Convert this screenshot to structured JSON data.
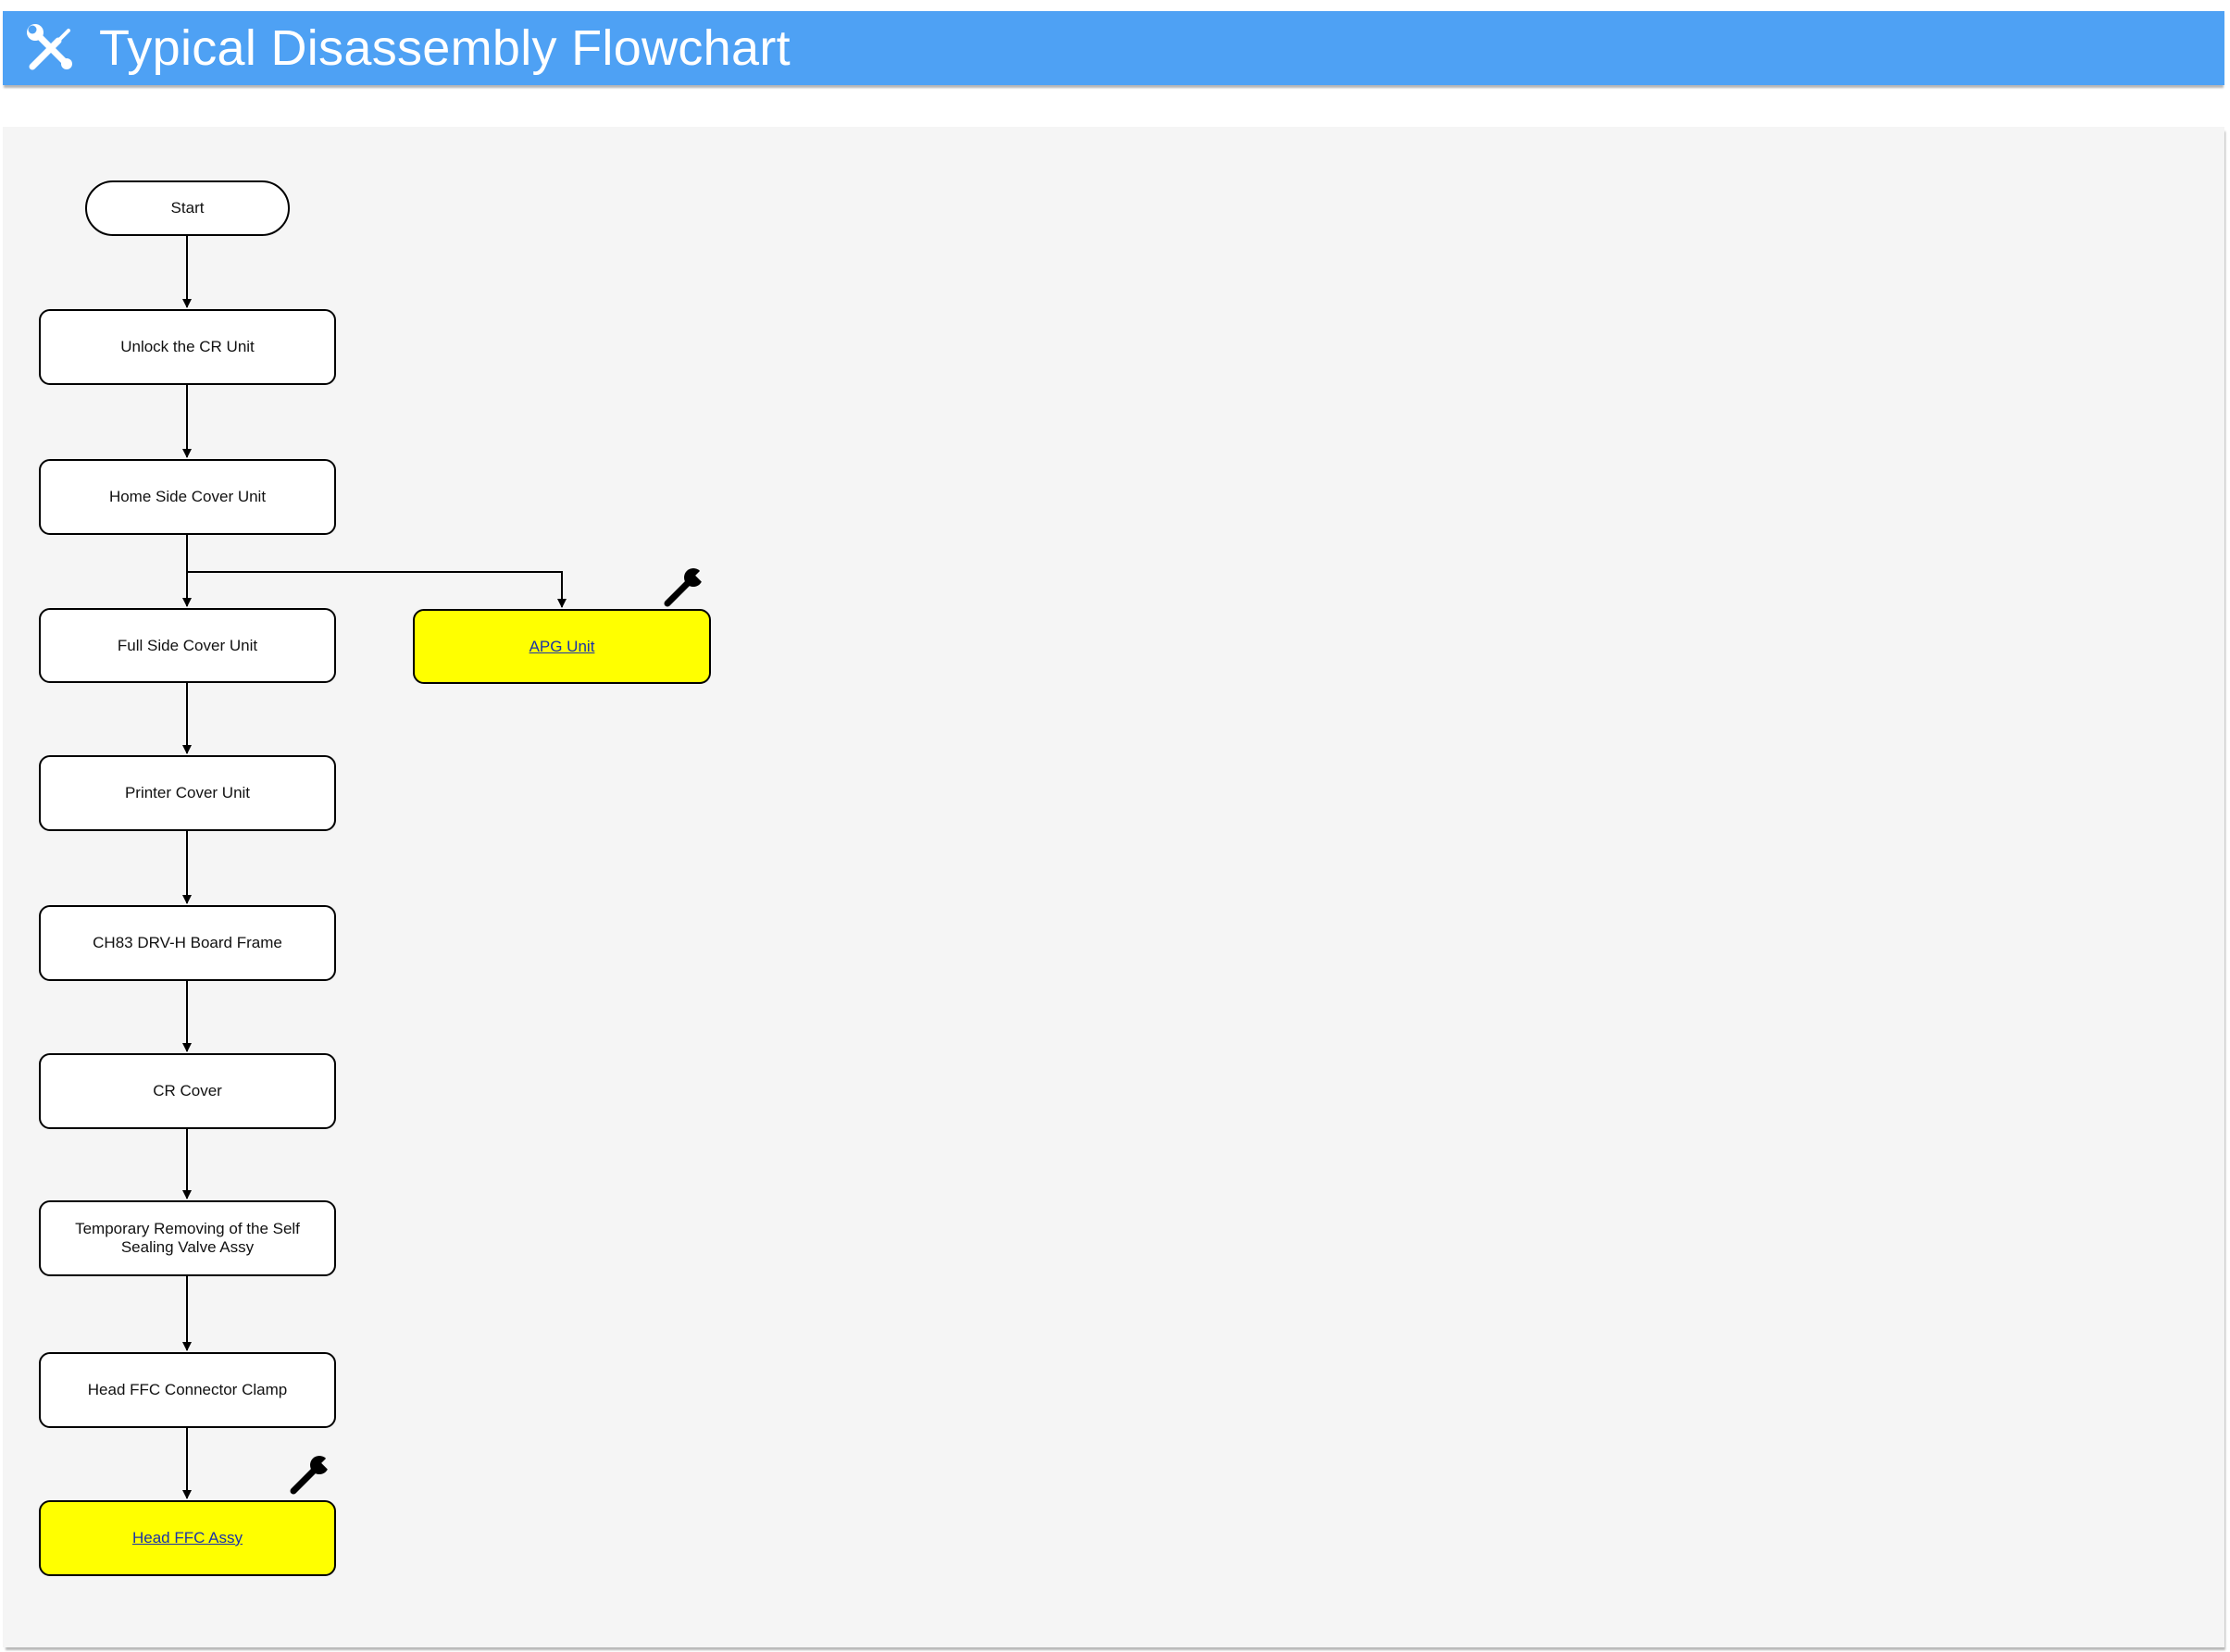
{
  "header": {
    "title": "Typical Disassembly Flowchart",
    "icon": "tools-icon"
  },
  "flowchart": {
    "nodes": {
      "start": "Start",
      "unlock_cr_unit": "Unlock the CR Unit",
      "home_side_cover_unit": "Home Side Cover Unit",
      "full_side_cover_unit": "Full Side Cover Unit",
      "apg_unit": "APG Unit",
      "printer_cover_unit": "Printer Cover Unit",
      "ch83_board_frame": "CH83 DRV-H Board Frame",
      "cr_cover": "CR Cover",
      "self_sealing_valve": "Temporary Removing of the Self Sealing Valve Assy",
      "head_ffc_connector_clamp": "Head FFC Connector Clamp",
      "head_ffc_assy": "Head FFC Assy"
    },
    "edges": [
      [
        "start",
        "unlock_cr_unit"
      ],
      [
        "unlock_cr_unit",
        "home_side_cover_unit"
      ],
      [
        "home_side_cover_unit",
        "full_side_cover_unit"
      ],
      [
        "home_side_cover_unit",
        "apg_unit"
      ],
      [
        "full_side_cover_unit",
        "printer_cover_unit"
      ],
      [
        "printer_cover_unit",
        "ch83_board_frame"
      ],
      [
        "ch83_board_frame",
        "cr_cover"
      ],
      [
        "cr_cover",
        "self_sealing_valve"
      ],
      [
        "self_sealing_valve",
        "head_ffc_connector_clamp"
      ],
      [
        "head_ffc_connector_clamp",
        "head_ffc_assy"
      ]
    ],
    "highlighted_nodes": [
      "apg_unit",
      "head_ffc_assy"
    ],
    "adjustment_icon": "wrench-icon",
    "colors": {
      "header": "#4ea1f4",
      "highlight": "#ffff00",
      "canvas": "#f5f5f5",
      "link": "#1a33a8"
    }
  }
}
